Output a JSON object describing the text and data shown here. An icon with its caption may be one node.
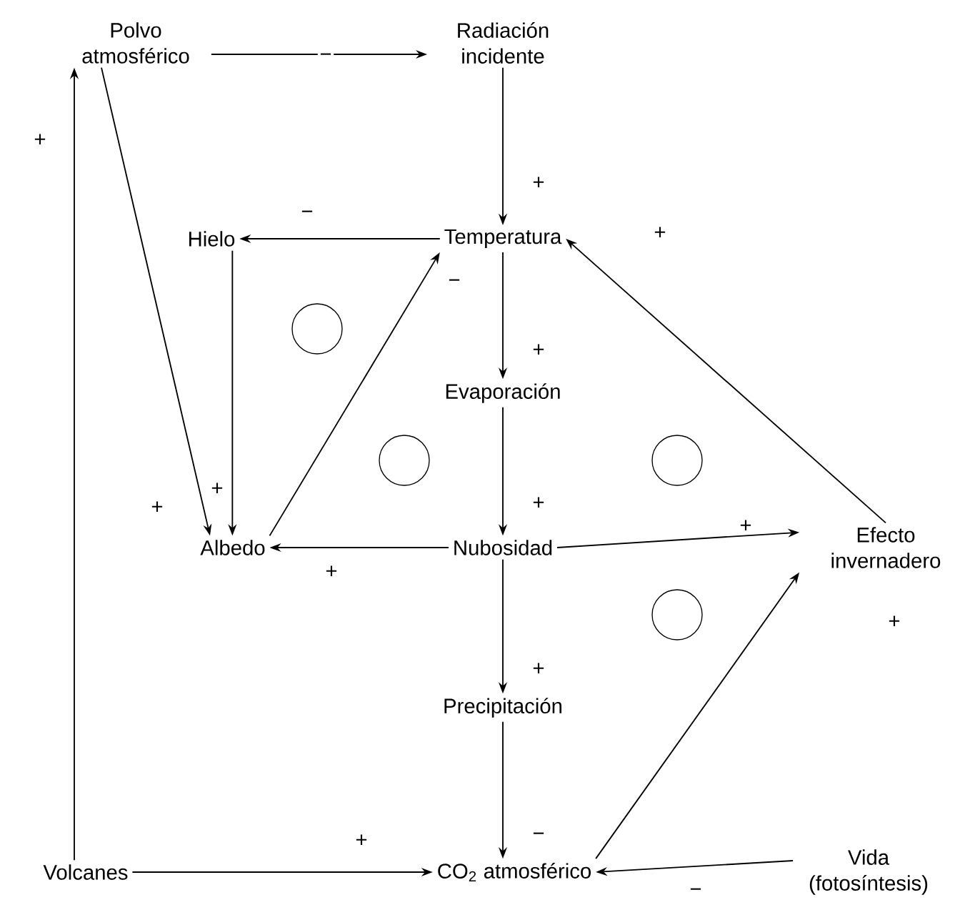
{
  "diagram": {
    "nodes": [
      {
        "text": [
          "Polvo atmosférico"
        ]
      },
      {
        "text": [
          "Radiación incidente"
        ]
      },
      {
        "text": [
          "Hielo"
        ]
      },
      {
        "text": [
          "Temperatura"
        ]
      },
      {
        "text": [
          "Evaporación"
        ]
      },
      {
        "text": [
          "Albedo"
        ]
      },
      {
        "text": [
          "Nubosidad"
        ]
      },
      {
        "text": [
          "Efecto invernadero"
        ]
      },
      {
        "text": [
          "Precipitación"
        ]
      },
      {
        "text": [
          "Volcanes"
        ]
      },
      {
        "text": [
          "CO$_{2}$ atmosférico"
        ]
      },
      {
        "text": [
          "Vida (fotosíntesis)"
        ]
      },
      {
        "text": [],
        "shape": "circle"
      },
      {
        "text": [],
        "shape": "circle"
      },
      {
        "text": [],
        "shape": "circle"
      },
      {
        "text": [],
        "shape": "circle"
      }
    ],
    "edges": [
      {
        "from": 0,
        "to": 1,
        "arrow": "to",
        "label": "−"
      },
      {
        "from": 1,
        "to": 3,
        "arrow": "to",
        "label": "+"
      },
      {
        "from": 3,
        "to": 2,
        "arrow": "to",
        "label": "−"
      },
      {
        "from": 3,
        "to": 4,
        "arrow": "to",
        "label": "+"
      },
      {
        "from": 4,
        "to": 6,
        "arrow": "to",
        "label": "+"
      },
      {
        "from": 6,
        "to": 5,
        "arrow": "to",
        "label": "+"
      },
      {
        "from": 6,
        "to": 7,
        "arrow": "to",
        "label": "+"
      },
      {
        "from": 6,
        "to": 8,
        "arrow": "to",
        "label": "+"
      },
      {
        "from": 8,
        "to": 10,
        "arrow": "to",
        "label": "−"
      },
      {
        "from": 9,
        "to": 10,
        "arrow": "to",
        "label": "+"
      },
      {
        "from": 11,
        "to": 10,
        "arrow": "to",
        "label": "−"
      },
      {
        "from": 10,
        "to": 7,
        "arrow": "to",
        "label": "+"
      },
      {
        "from": 7,
        "to": 3,
        "arrow": "to",
        "label": "+"
      },
      {
        "from": 5,
        "to": 3,
        "arrow": "to",
        "label": "−"
      },
      {
        "from": 2,
        "to": 5,
        "arrow": "to",
        "label": "+"
      },
      {
        "from": 0,
        "to": 5,
        "arrow": "to",
        "label": "+"
      },
      {
        "from": 9,
        "to": 0,
        "arrow": "to",
        "label": "+"
      }
    ]
  }
}
